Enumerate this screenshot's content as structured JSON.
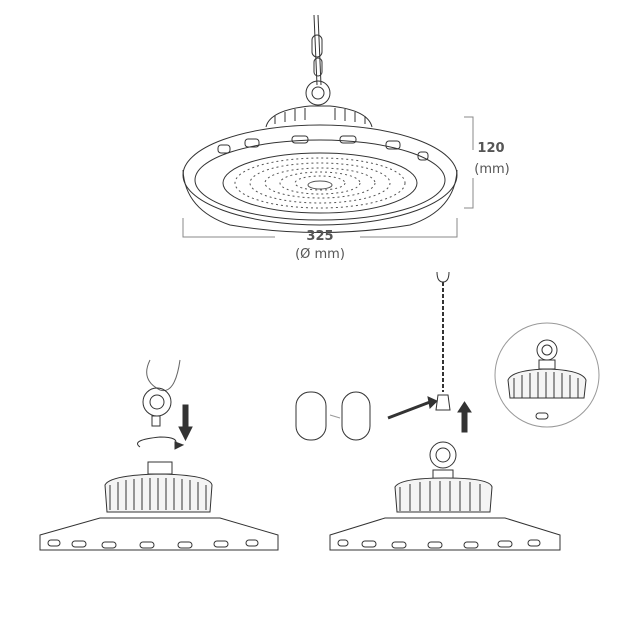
{
  "dimensions": {
    "height_value": "120",
    "height_unit": "(mm)",
    "diameter_value": "325",
    "diameter_unit": "(Ø mm)"
  },
  "colors": {
    "line": "#333333",
    "text": "#555555",
    "dim_line": "#888888"
  },
  "panels": [
    {
      "name": "product-dimension-view"
    },
    {
      "name": "step-1-screw-eyebolt"
    },
    {
      "name": "step-2-hang-with-chain"
    },
    {
      "name": "detail-eyebolt-closeup"
    }
  ]
}
